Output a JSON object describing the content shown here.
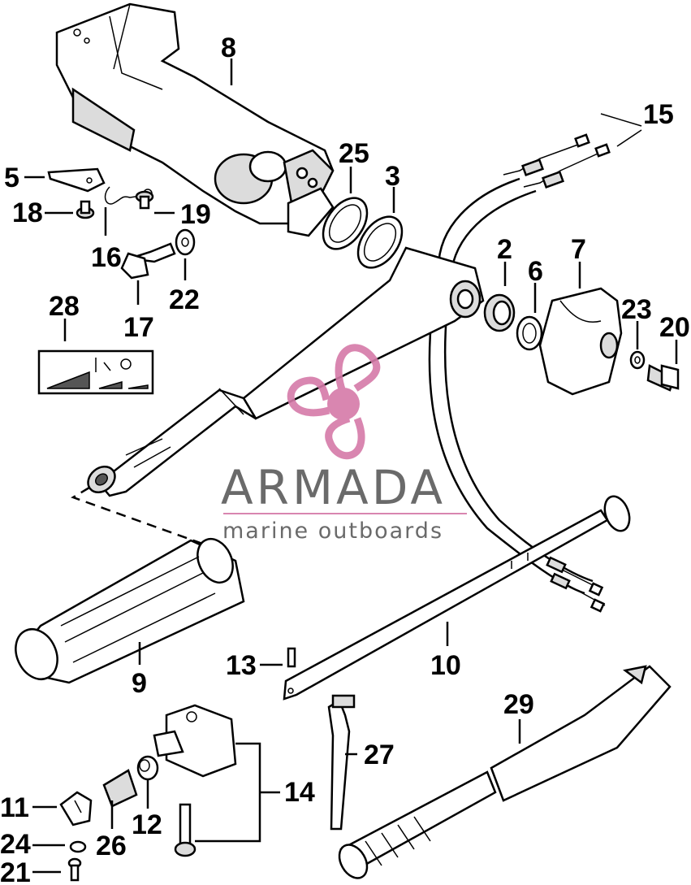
{
  "callouts": {
    "c2": "2",
    "c3": "3",
    "c5": "5",
    "c6": "6",
    "c7": "7",
    "c8": "8",
    "c9": "9",
    "c10": "10",
    "c11": "11",
    "c12": "12",
    "c13": "13",
    "c14": "14",
    "c15": "15",
    "c16": "16",
    "c17": "17",
    "c18": "18",
    "c19": "19",
    "c20": "20",
    "c21": "21",
    "c22": "22",
    "c23": "23",
    "c24": "24",
    "c25": "25",
    "c26": "26",
    "c27": "27",
    "c28": "28",
    "c29": "29"
  },
  "watermark": {
    "title": "ARMADA",
    "subtitle": "marine outboards",
    "logo_color": "#d57aa8",
    "text_color": "#5a5a5a"
  }
}
